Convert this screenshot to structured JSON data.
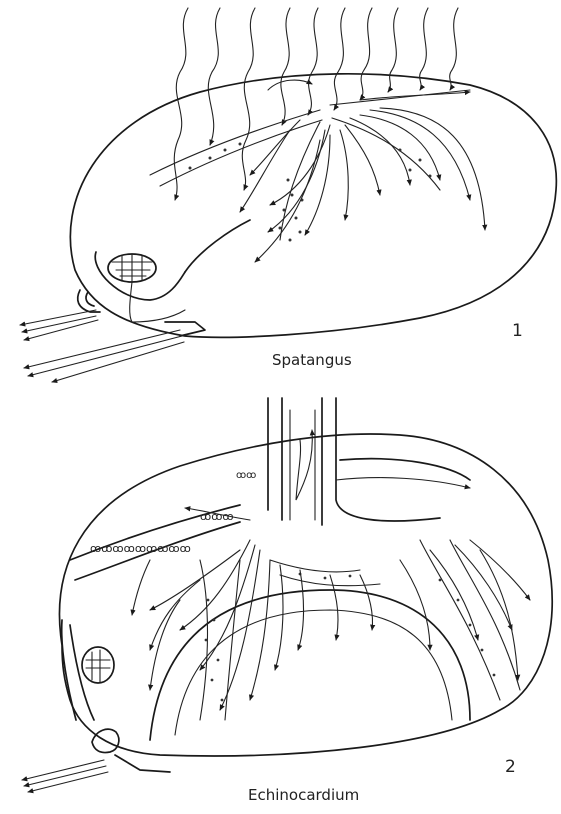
{
  "figure_1": {
    "number": "1",
    "caption": "Spatangus"
  },
  "figure_2": {
    "number": "2",
    "caption": "Echinocardium"
  },
  "colors": {
    "ink": "#1a1a1a",
    "paper": "#ffffff"
  },
  "marks": {
    "inflow_currents": "wavy incoming water-current lines",
    "outflow_currents": "small curved arrows",
    "exhalant_jets": "straight arrows leaving posteriorly"
  }
}
